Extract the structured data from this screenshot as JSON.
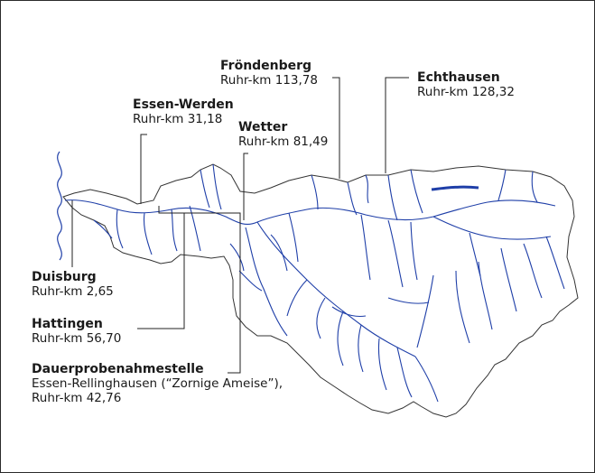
{
  "map": {
    "colors": {
      "river": "#1f3fa8",
      "outline": "#333333",
      "leader": "#222222",
      "frame": "#2b2b2b"
    }
  },
  "stations": [
    {
      "id": "froendenberg",
      "name": "Fröndenberg",
      "km": "Ruhr-km 113,78"
    },
    {
      "id": "echthausen",
      "name": "Echthausen",
      "km": "Ruhr-km 128,32"
    },
    {
      "id": "essen-werden",
      "name": "Essen-Werden",
      "km": "Ruhr-km 31,18"
    },
    {
      "id": "wetter",
      "name": "Wetter",
      "km": "Ruhr-km 81,49"
    },
    {
      "id": "duisburg",
      "name": "Duisburg",
      "km": "Ruhr-km 2,65"
    },
    {
      "id": "hattingen",
      "name": "Hattingen",
      "km": "Ruhr-km 56,70"
    },
    {
      "id": "dauerprobe",
      "name": "Dauerprobenahmestelle",
      "km": "Essen-Rellinghausen (“Zornige Ameise”),",
      "km2": "Ruhr-km 42,76"
    }
  ]
}
